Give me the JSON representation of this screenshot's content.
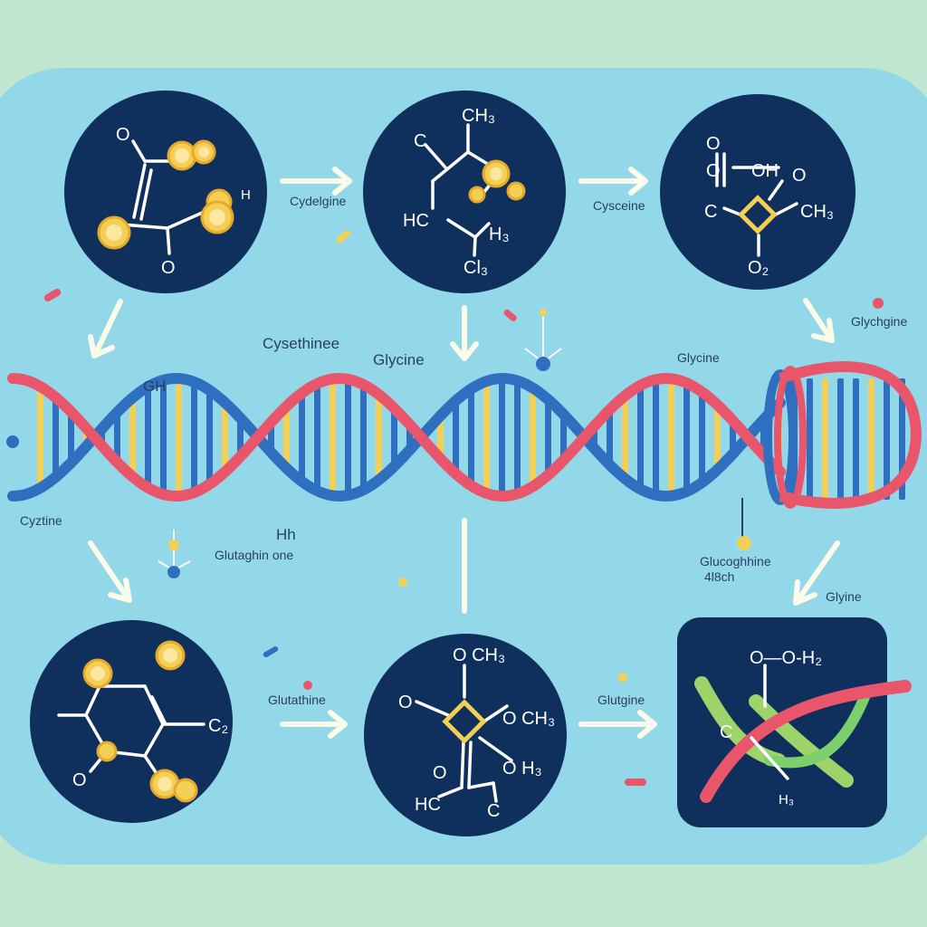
{
  "colors": {
    "background": "#bfe6cf",
    "panel": "#92d8e9",
    "node": "#0f2f5c",
    "strand_red": "#e9566b",
    "strand_blue": "#2f6fbf",
    "base_yellow": "#f3cf55",
    "arrow": "#fbfbe9"
  },
  "icons": [
    "molecule-icon",
    "arrow-right-icon",
    "arrow-down-icon",
    "dna-helix-icon"
  ],
  "labels": {
    "arrow_1_2": "Cydelgine",
    "arrow_2_3": "Cysceine",
    "top_right_diag": "Glychgine",
    "helix_cysteine": "Cysethinee",
    "helix_glycine_mid": "Glycine",
    "helix_glycine_right": "Glycine",
    "helix_gh": "GH",
    "left_cystine": "Cyztine",
    "helix_hh": "Hh",
    "glutathione_mid": "Glutaghin one",
    "right_glutathione": "Glucoghhine",
    "right_glutathione_sub": "4l8ch",
    "right_glycine": "Glyine",
    "arrow_4_5": "Glutathine",
    "arrow_5_6": "Glutgine"
  },
  "molecules": {
    "m1": {
      "o_top": "O",
      "h": "H",
      "o_bottom": "O"
    },
    "m2": {
      "ch_top": "CH₃",
      "c_left": "C",
      "hc": "HC",
      "h_right": "H₃",
      "cl_bottom": "Cl₃"
    },
    "m3": {
      "o_a": "O",
      "o_b": "O",
      "oh": "OH",
      "o_c": "O",
      "c_left": "C",
      "ch_right": "CH₃",
      "o_bottom": "O₂"
    },
    "m4": {
      "c_right": "C₂",
      "o_left": "O"
    },
    "m5": {
      "o_ch": "O CH₃",
      "o_left": "O",
      "o_ch2": "O CH₃",
      "o_h": "O H₃",
      "o_bot": "O",
      "hc": "HC",
      "cl": "C"
    },
    "m6": {
      "o_h": "O—O-H₂",
      "c_left": "C",
      "h_bottom": "H₃"
    }
  }
}
